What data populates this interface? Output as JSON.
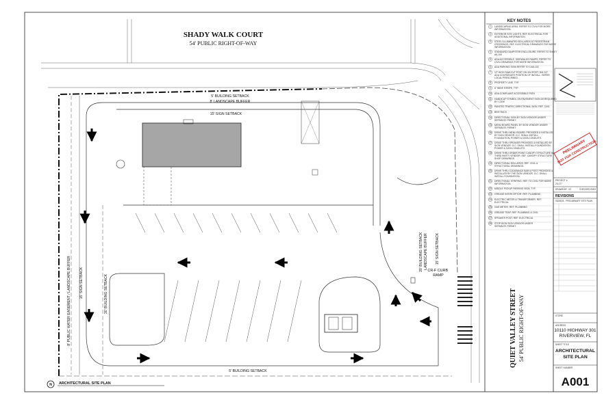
{
  "streets": {
    "north_name": "SHADY WALK COURT",
    "north_row": "54' PUBLIC RIGHT-OF-WAY",
    "east_name": "QUIET VALLEY STREET",
    "east_row": "54' PUBLIC RIGHT-OF-WAY"
  },
  "setbacks": {
    "north_building": "5' BUILDING SETBACK",
    "north_landscape": "8' LANDSCAPE BUFFER",
    "north_sign": "15' SIGN SETBACK",
    "west_easement": "8' PUBLIC WATER EASEMENT / LANDSCAPE BUFFER",
    "west_sign": "15' SIGN SETBACK",
    "west_building": "30' BUILDING SETBACK",
    "east_building": "20' BUILDING SETBACK\nLANDSCAPE BUFFER",
    "east_sign": "15' SIGN SETBACK",
    "south_building": "5' BUILDING SETBACK"
  },
  "callouts": {
    "curb_ramp": "CR-F CURB\nRAMP"
  },
  "plan_title": "ARCHITECTURAL SITE PLAN",
  "key_notes": {
    "heading": "KEY NOTES",
    "items": [
      {
        "num": "1",
        "text": "LANDSCAPING AREA. REFER TO CIVIL FOR MORE INFORMATION."
      },
      {
        "num": "2",
        "text": "EXTERIOR SITE LIGHTS. REF. ELECTRICAL FOR ADDITIONAL INFORMATION."
      },
      {
        "num": "3",
        "text": "STEEL ILLUMINATED BOLLARDS AT PEDESTRIAN CROSSINGS. REF. ELECTRICAL DRAWINGS FOR MORE INFORMATION."
      },
      {
        "num": "4",
        "text": "STANDARD DUMPSTER ENCLOSURE. REFER TO SHEET A6-100"
      },
      {
        "num": "5",
        "text": "ADA ACCESSIBLE, SIDEWALKS RAMPS. REFER TO CIVIL DRAWINGS FOR MORE INFORMATION."
      },
      {
        "num": "6",
        "text": "ADA PARKING SIGN REFER TO 1/A5-102"
      },
      {
        "num": "7",
        "text": "12\" HIGH SAW-CUT POST ON 4X4 POST, DIA 1/2\". ADA COORDINATE POSITION OF INSTALL. REFER LOCAL PRESCRIBED."
      },
      {
        "num": "8",
        "text": "PROPERTY LINE, TYP."
      },
      {
        "num": "9",
        "text": "6\" WIDE STRIPE, TYP."
      },
      {
        "num": "10",
        "text": "ADA COMPLIANT ACCESSIBLE PATH"
      },
      {
        "num": "11",
        "text": "HANDICAP SYMBOL ON PAVEMENT SIGN AS REQUIRED BY CODE"
      },
      {
        "num": "12",
        "text": "PAINTED TRAFFIC DIRECTIONAL SIGN. REF. CIVIL"
      },
      {
        "num": "13",
        "text": "BIKE RACK"
      },
      {
        "num": "14",
        "text": "DIRECTIONAL SIGN BY      SIGN VENDOR UNDER SEPARATE PERMIT."
      },
      {
        "num": "15",
        "text": "MENU BOARD PANEL BY      SIGN VENDOR UNDER SEPARATE PERMIT."
      },
      {
        "num": "16",
        "text": "DRIVE THRU MENU BOARD. PROVIDED & INSTALLED BY SIGN VENDOR. G.C. SHALL INSTALL FOUNDATION, POWER & DATA CONDUITS."
      },
      {
        "num": "17",
        "text": "DRIVE THRU SPEAKER PROVIDED & INSTALLED BY SIGN VENDOR. G.C. SHALL INSTALL FOUNDATION, POWER & DATA CONDUITS."
      },
      {
        "num": "18",
        "text": "DRIVE THRU ORDER POINT CANOPY STRUCTURE BY THIRD PARTY VENDOR. REF. CANOPY STRUCTURE SHOP DRAWINGS."
      },
      {
        "num": "19",
        "text": "DIRECTIONAL BOLLARDS. REF. CIVIL & STRUCTURAL DRAWINGS."
      },
      {
        "num": "20",
        "text": "DRIVE THRU CLEARANCE BAR & POST PROVIDED & INSTALLED BY THE SIGN VENDOR. G.C. SHALL INSTALL FOUNDATION."
      },
      {
        "num": "21",
        "text": "DIRECTIONAL STRIPING. REF. TO CIVIL FOR MORE INFORMATION."
      },
      {
        "num": "22",
        "text": "MIDDLE PICKUP PARKING SIGN, TYP."
      },
      {
        "num": "23",
        "text": "GREASE INTERCEPTOR. REF. PLUMBING"
      },
      {
        "num": "24",
        "text": "ELECTRIC METER & TRANSFORMER. REF. ELECTRICAL"
      },
      {
        "num": "25",
        "text": "GAS METER. REF. PLUMBING"
      },
      {
        "num": "26",
        "text": "GREASE TRAP. REF. PLUMBING & CIVIL"
      },
      {
        "num": "27",
        "text": "SPEAKER POST. REF. ELECTRICAL"
      },
      {
        "num": "28",
        "text": "STOP SIGN          SIGN VENDOR UNDER SEPARATE PERMIT."
      }
    ]
  },
  "stamp": {
    "line1": "PRELIMINARY",
    "line2": "NOT FOR CONSTRUCTION"
  },
  "title_block": {
    "project_label": "PROJECT #",
    "project_value": "23-077",
    "drawn_label": "DRAWN BY:",
    "drawn_value": "XX",
    "checked_label": "CHECKED BY:",
    "checked_value": "XX",
    "revisions_label": "REVISIONS",
    "revision_1": "03/28/24 - PRELIMINARY SITE PLAN",
    "store_label": "STORE",
    "address_label": "ADDRESS",
    "address_line1": "10110 HIGHWAY 301",
    "address_line2": "RIVERVIEW, FL",
    "sheet_title_label": "SHEET TITLE",
    "sheet_title_line1": "ARCHITECTURAL",
    "sheet_title_line2": "SITE PLAN",
    "sheet_number_label": "SHEET NUMBER",
    "sheet_number": "A001"
  },
  "colors": {
    "building_fill": "#a6a6a6",
    "line": "#222222",
    "stamp": "#d42a2a"
  }
}
